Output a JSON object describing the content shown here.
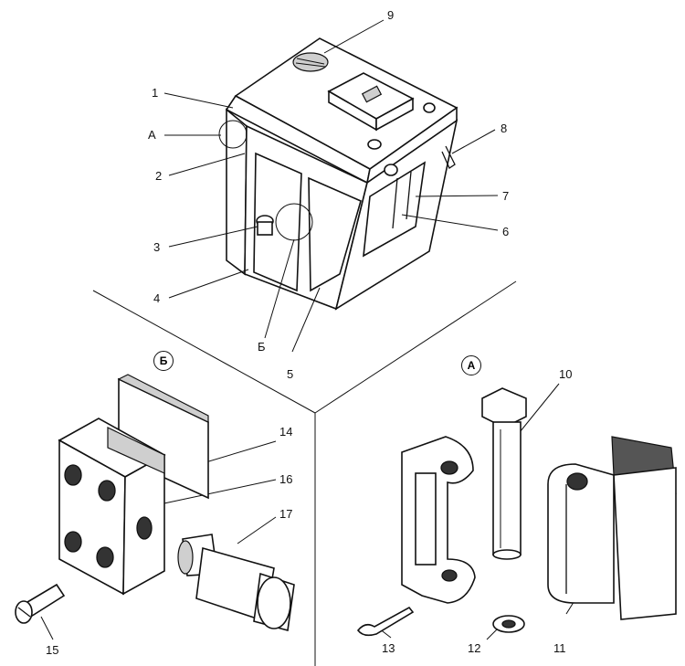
{
  "callouts": {
    "n1": "1",
    "n2": "2",
    "n3": "3",
    "n4": "4",
    "n5": "5",
    "n6": "6",
    "n7": "7",
    "n8": "8",
    "n9": "9",
    "n10": "10",
    "n11": "11",
    "n12": "12",
    "n13": "13",
    "n14": "14",
    "n15": "15",
    "n16": "16",
    "n17": "17"
  },
  "view_labels": {
    "a_pointer": "А",
    "b_pointer": "Б",
    "b_circle": "Б",
    "a_circle": "А"
  }
}
